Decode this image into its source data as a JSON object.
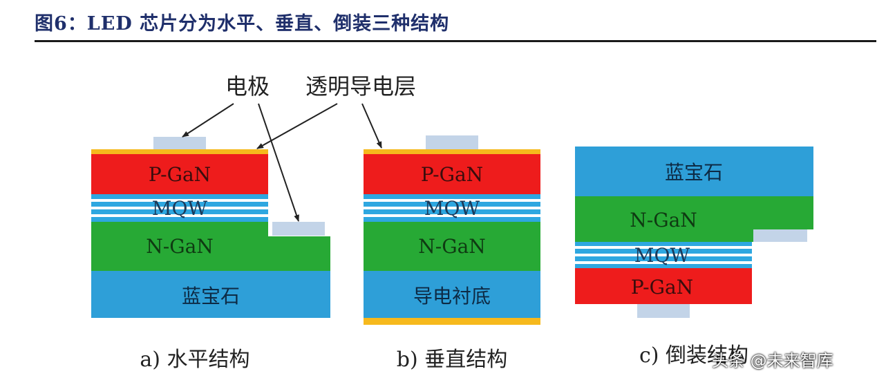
{
  "title": "图6：LED 芯片分为水平、垂直、倒装三种结构",
  "callouts": {
    "electrode": "电极",
    "transparent_layer": "透明导电层"
  },
  "panels": [
    {
      "caption": "a) 水平结构",
      "layers": {
        "p": "P-GaN",
        "mqw": "MQW",
        "n": "N-GaN",
        "substrate": "蓝宝石"
      }
    },
    {
      "caption": "b) 垂直结构",
      "layers": {
        "p": "P-GaN",
        "mqw": "MQW",
        "n": "N-GaN",
        "substrate": "导电衬底"
      }
    },
    {
      "caption": "c) 倒装结构",
      "layers": {
        "substrate": "蓝宝石",
        "n": "N-GaN",
        "mqw": "MQW",
        "p": "P-GaN"
      }
    }
  ],
  "colors": {
    "p_gan": "#ee1c1c",
    "mqw_blue": "#2ea7e0",
    "n_gan": "#27a935",
    "substrate": "#2e9fd8",
    "transparent_layer": "#f6b91d",
    "electrode": "#c3d4e8",
    "title": "#1f2f6b"
  },
  "watermark": "头条 @未来智库"
}
